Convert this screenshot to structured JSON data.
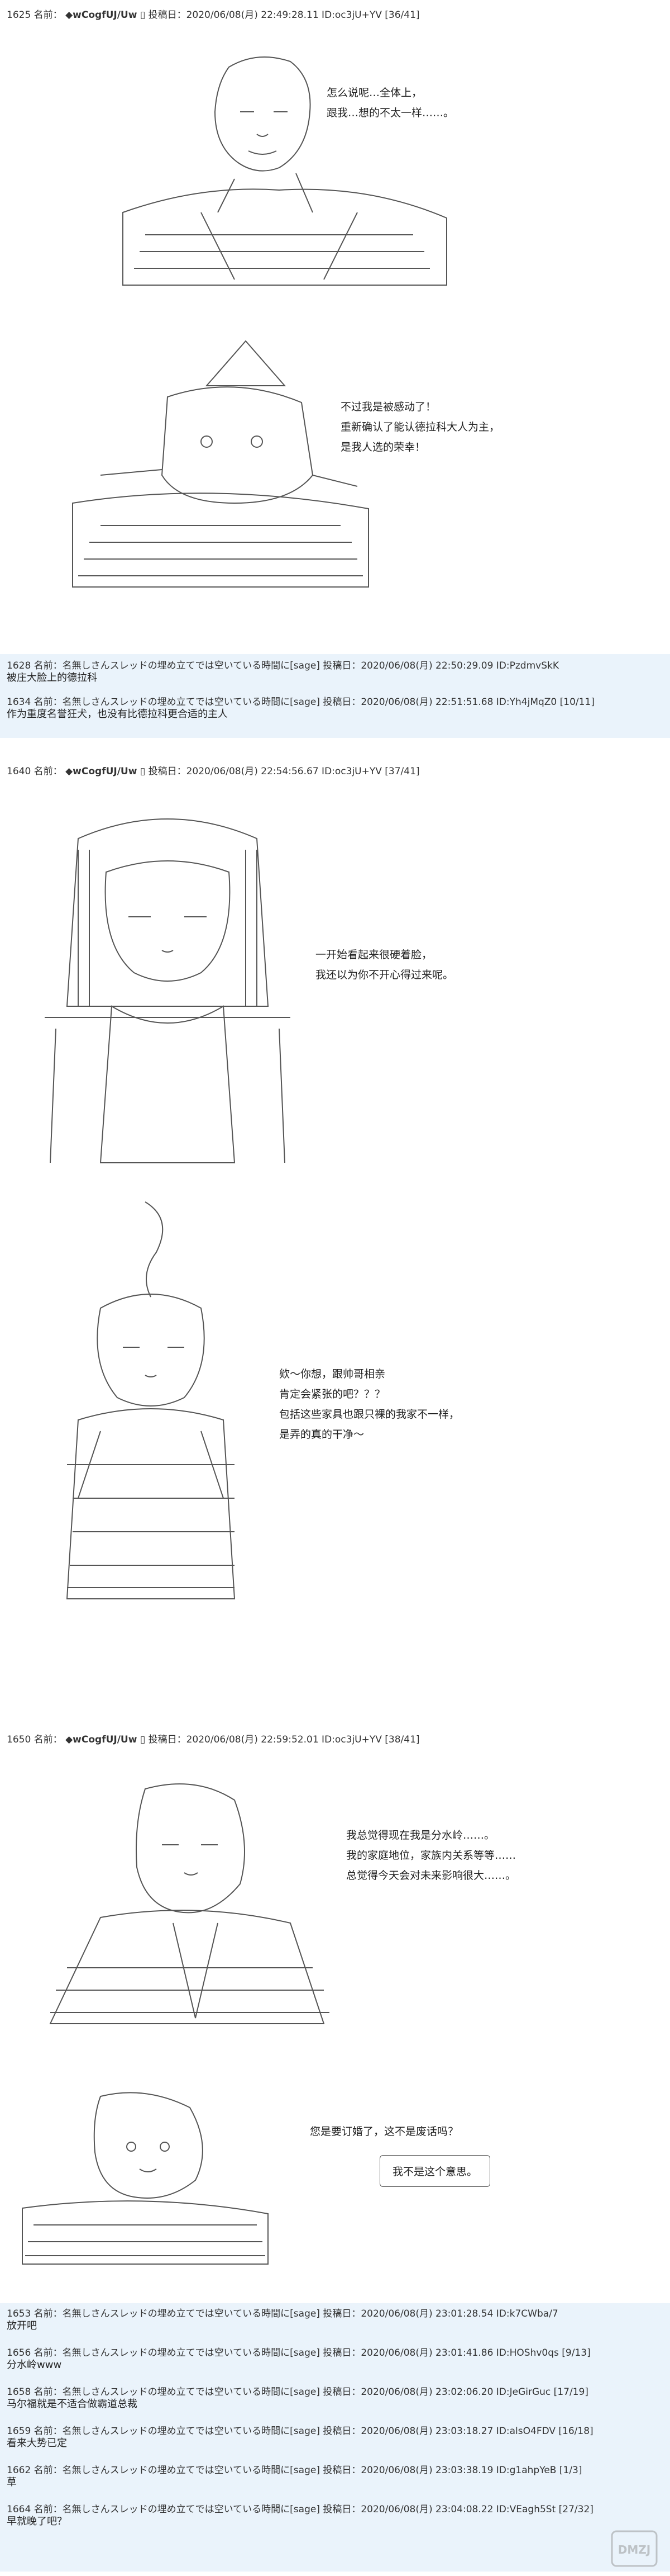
{
  "posts": [
    {
      "header": {
        "num": "1625",
        "prefix": "名前：",
        "trip": "◆wCogfUJ/Uw",
        "icon": "▯",
        "meta": "投稿日：2020/06/08(月) 22:49:28.11 ID:oc3jU+YV [36/41]"
      },
      "lines": [
        "怎么说呢…全体上，",
        "跟我…想的不太一样……。"
      ]
    },
    {
      "lines": [
        "不过我是被感动了！",
        "重新确认了能认德拉科大人为主，",
        "是我人选的荣幸！"
      ]
    },
    {
      "header": {
        "num": "1640",
        "prefix": "名前：",
        "trip": "◆wCogfUJ/Uw",
        "icon": "▯",
        "meta": "投稿日：2020/06/08(月) 22:54:56.67 ID:oc3jU+YV [37/41]"
      },
      "lines": [
        "一开始看起来很硬着脸，",
        "我还以为你不开心得过来呢。"
      ]
    },
    {
      "lines": [
        "欸～你想，跟帅哥相亲",
        "肯定会紧张的吧？？？",
        "包括这些家具也跟只裸的我家不一样，",
        "是弄的真的干净～"
      ]
    },
    {
      "header": {
        "num": "1650",
        "prefix": "名前：",
        "trip": "◆wCogfUJ/Uw",
        "icon": "▯",
        "meta": "投稿日：2020/06/08(月) 22:59:52.01 ID:oc3jU+YV [38/41]"
      },
      "lines": [
        "我总觉得现在我是分水岭……。",
        "我的家庭地位，家族内关系等等……",
        "总觉得今天会对未来影响很大……。"
      ]
    },
    {
      "lines": [
        "您是要订婚了，这不是废话吗？"
      ],
      "bubble": "我不是这个意思。"
    }
  ],
  "replies_a": [
    {
      "num": "1628",
      "meta": "名前：名無しさんスレッドの埋め立てでは空いている時間に[sage] 投稿日：2020/06/08(月) 22:50:29.09 ID:PzdmvSkK",
      "body": "被庄大脸上的德拉科"
    },
    {
      "num": "1634",
      "meta": "名前：名無しさんスレッドの埋め立てでは空いている時間に[sage] 投稿日：2020/06/08(月) 22:51:51.68 ID:Yh4jMqZ0 [10/11]",
      "body": "作为重度名誉狂犬，也没有比德拉科更合适的主人"
    }
  ],
  "replies_b": [
    {
      "num": "1653",
      "meta": "名前：名無しさんスレッドの埋め立てでは空いている時間に[sage] 投稿日：2020/06/08(月) 23:01:28.54 ID:k7CWba/7",
      "body": "放开吧"
    },
    {
      "num": "1656",
      "meta": "名前：名無しさんスレッドの埋め立てでは空いている時間に[sage] 投稿日：2020/06/08(月) 23:01:41.86 ID:HOShv0qs [9/13]",
      "body": "分水岭www"
    },
    {
      "num": "1658",
      "meta": "名前：名無しさんスレッドの埋め立てでは空いている時間に[sage] 投稿日：2020/06/08(月) 23:02:06.20 ID:JeGirGuc [17/19]",
      "body": "马尔福就是不适合做霸道总裁"
    },
    {
      "num": "1659",
      "meta": "名前：名無しさんスレッドの埋め立てでは空いている時間に[sage] 投稿日：2020/06/08(月) 23:03:18.27 ID:alsO4FDV [16/18]",
      "body": "看来大势已定"
    },
    {
      "num": "1662",
      "meta": "名前：名無しさんスレッドの埋め立てでは空いている時間に[sage] 投稿日：2020/06/08(月) 23:03:38.19 ID:g1ahpYeB [1/3]",
      "body": "草"
    },
    {
      "num": "1664",
      "meta": "名前：名無しさんスレッドの埋め立てでは空いている時間に[sage] 投稿日：2020/06/08(月) 23:04:08.22 ID:VEagh5St [27/32]",
      "body": "早就晚了吧？"
    }
  ],
  "watermark": "DMZJ"
}
